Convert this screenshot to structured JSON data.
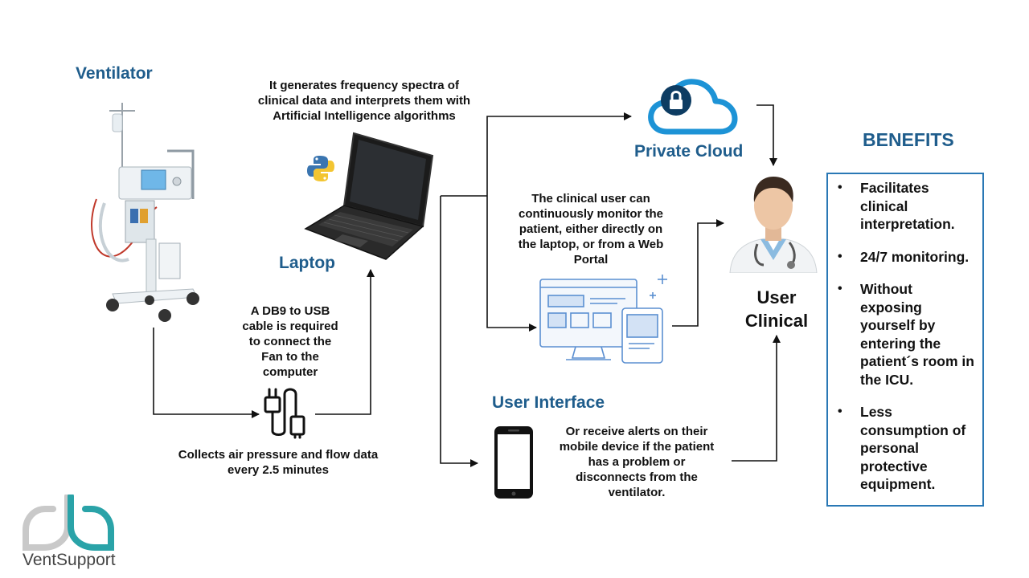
{
  "ventilator": {
    "title": "Ventilator"
  },
  "laptop": {
    "title": "Laptop",
    "description": [
      "It generates frequency spectra of",
      "clinical data and interprets them with",
      "Artificial Intelligence algorithms"
    ]
  },
  "cable": {
    "description": [
      "A DB9 to USB",
      "cable is required",
      "to connect the",
      "Fan to the",
      "computer"
    ],
    "collects": [
      "Collects air pressure and flow data",
      "every 2.5 minutes"
    ]
  },
  "cloud": {
    "title": "Private Cloud"
  },
  "monitor": {
    "description": [
      "The  clinical user can",
      "continuously monitor the",
      "patient, either directly on",
      "the laptop, or from a Web",
      "Portal"
    ]
  },
  "user_interface": {
    "title": "User Interface",
    "description": [
      "Or receive alerts on their",
      "mobile device if the patient",
      "has a problem or",
      "disconnects from the",
      "ventilator."
    ]
  },
  "clinical_user": {
    "line1": "User",
    "line2": "Clinical"
  },
  "benefits": {
    "title": "BENEFITS",
    "items": [
      "Facilitates clinical interpretation.",
      "24/7 monitoring.",
      "Without exposing yourself by entering the patient´s room in the ICU.",
      "Less consumption of personal protective equipment."
    ]
  },
  "logo": {
    "text": "VentSupport"
  },
  "colors": {
    "title_blue": "#1f5d8c",
    "box_border": "#2a78b5",
    "cloud_blue": "#1d93d6",
    "logo_teal": "#2aa3a8"
  }
}
